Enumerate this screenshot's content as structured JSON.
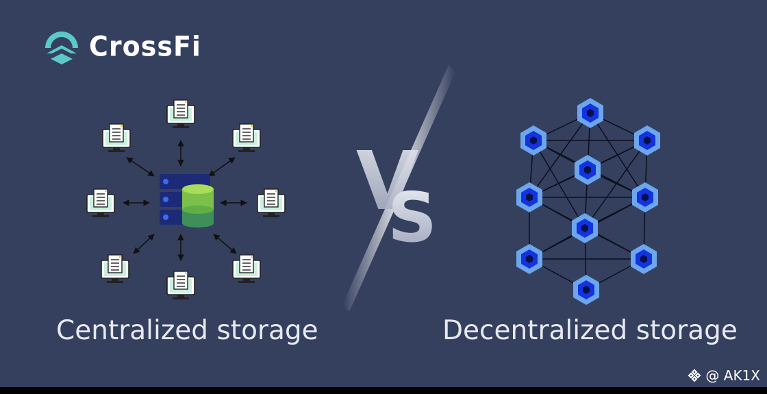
{
  "brand": {
    "name": "CrossFi",
    "logo_icon": "crossfi-logo-icon",
    "logo_color": "#5cc8c8"
  },
  "vs_text": "VS",
  "centralized": {
    "caption": "Centralized storage",
    "hub_icon": "database-server-icon",
    "client_icon": "computer-document-icon"
  },
  "decentralized": {
    "caption": "Decentralized storage",
    "node_icon": "hexagon-node-icon",
    "node_color": "#1a3fe0"
  },
  "watermark": {
    "text": "@ AK1X",
    "icon": "binance-diamond-icon"
  },
  "colors": {
    "background": "#35405f",
    "caption": "#e6e9f0",
    "accent": "#5cc8c8"
  }
}
